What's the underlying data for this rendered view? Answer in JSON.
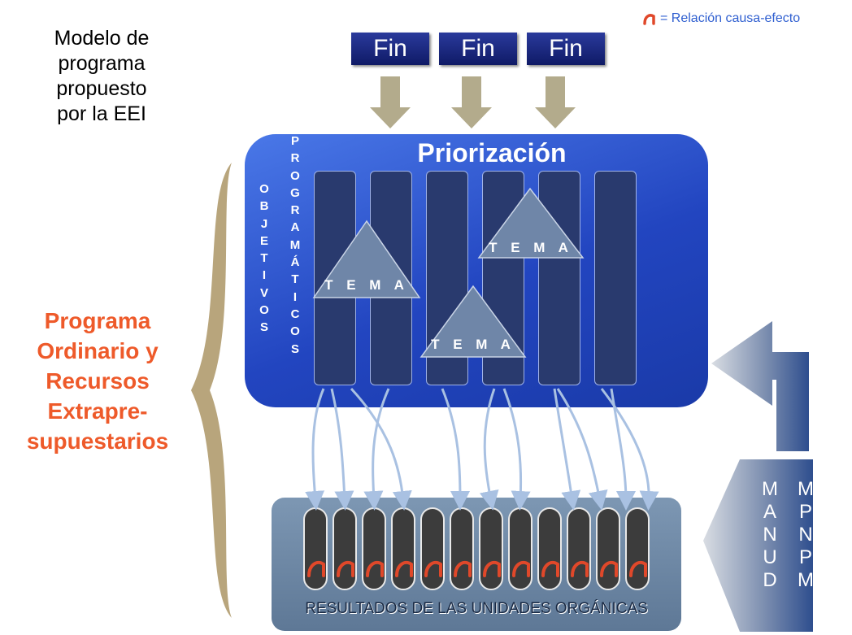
{
  "legend": {
    "text": "= Relación causa-efecto"
  },
  "title": {
    "lines": [
      "Modelo de",
      "programa",
      "propuesto",
      "por la EEI"
    ]
  },
  "main_label": {
    "lines": [
      "Programa",
      "Ordinario y",
      "Recursos",
      "Extrapre-",
      "supuestarios"
    ]
  },
  "fines": [
    "Fin",
    "Fin",
    "Fin"
  ],
  "priority": {
    "title": "Priorización",
    "objetivos": [
      "O",
      "B",
      "J",
      "E",
      "T",
      "I",
      "V",
      "O",
      "S"
    ],
    "programaticos": [
      "P",
      "R",
      "O",
      "G",
      "R",
      "A",
      "M",
      "Á",
      "T",
      "I",
      "C",
      "O",
      "S"
    ],
    "tema_labels": [
      "T E M A",
      "T E M A",
      "T E M A"
    ]
  },
  "results": {
    "label": "RESULTADOS DE LAS UNIDADES ORGÁNICAS"
  },
  "side": {
    "col1": [
      "M",
      "A",
      "N",
      "U",
      "D"
    ],
    "col2": [
      "M",
      "P",
      "N",
      "P",
      "M"
    ]
  },
  "colors": {
    "accent": "#ee5a2a",
    "panel": "#2245c0",
    "arrow": "#b3ab8c"
  }
}
